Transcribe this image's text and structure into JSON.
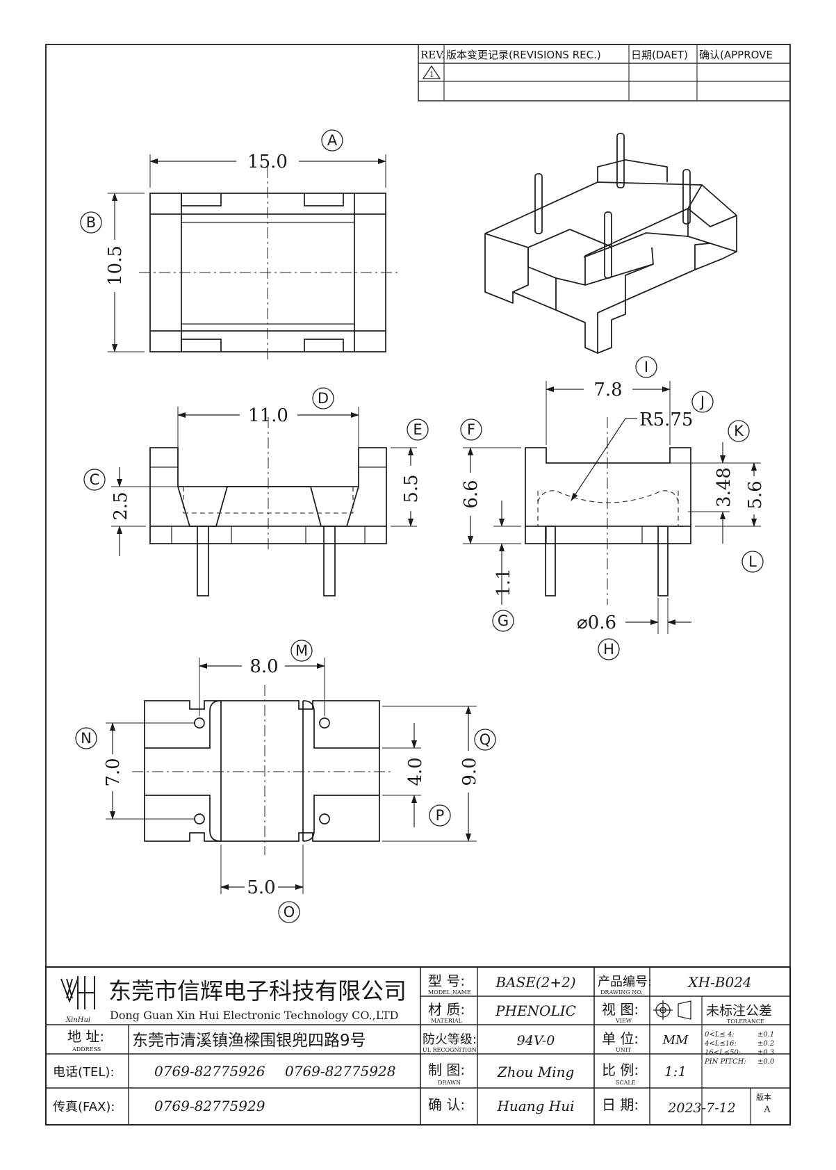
{
  "revision_table": {
    "headers": [
      "REV.",
      "版本变更记录(REVISIONS REC.)",
      "日期(DAET)",
      "确认(APPROVE"
    ],
    "row1_rev": "1"
  },
  "drawing": {
    "callouts": [
      "A",
      "B",
      "C",
      "D",
      "E",
      "F",
      "G",
      "H",
      "I",
      "J",
      "K",
      "L",
      "M",
      "N",
      "O",
      "P",
      "Q"
    ],
    "dims": {
      "A": "15.0",
      "B": "10.5",
      "C": "2.5",
      "D": "11.0",
      "E": "5.5",
      "F": "6.6",
      "G": "1.1",
      "H": "⌀0.6",
      "I": "7.8",
      "J": "R5.75",
      "K": "3.48",
      "L": "5.6",
      "M": "8.0",
      "N": "7.0",
      "O": "5.0",
      "P": "4.0",
      "Q": "9.0"
    }
  },
  "title_block": {
    "company_cn": "东莞市信辉电子科技有限公司",
    "company_en": "Dong Guan Xin Hui Electronic Technology CO.,LTD",
    "logo_text": "XinHui",
    "address_label": "地  址:",
    "address_label_en": "ADDRESS",
    "address_value": "东莞市清溪镇渔樑围银兜四路9号",
    "tel_label": "电话(TEL):",
    "tel_1": "0769-82775926",
    "tel_2": "0769-82775928",
    "fax_label": "传真(FAX):",
    "fax_value": "0769-82775929",
    "model_label": "型  号:",
    "model_label_en": "MODEL NAME",
    "model_value": "BASE(2+2)",
    "material_label": "材  质:",
    "material_label_en": "MATERIAL",
    "material_value": "PHENOLIC",
    "fire_label": "防火等级:",
    "fire_label_en": "UL RECOGNITION",
    "fire_value": "94V-0",
    "drawn_label": "制  图:",
    "drawn_label_en": "DRAWN",
    "drawn_value": "Zhou Ming",
    "approved_label": "确  认:",
    "approved_value": "Huang Hui",
    "drawing_no_label": "产品编号:",
    "drawing_no_label_en": "DRAWING NO.",
    "drawing_no_value": "XH-B024",
    "view_label": "视  图:",
    "view_label_en": "VIEW",
    "unit_label": "单  位:",
    "unit_label_en": "UNIT",
    "unit_value": "MM",
    "scale_label": "比  例:",
    "scale_label_en": "SCALE",
    "scale_value": "1:1",
    "date_label": "日  期:",
    "date_value": "2023-7-12",
    "tolerance_title": "未标注公差",
    "tolerance_title_en": "TOLERANCE",
    "tolerance_rows": [
      {
        "range": "0<L≤ 4:",
        "tol": "±0.1"
      },
      {
        "range": "4<L≤16:",
        "tol": "±0.2"
      },
      {
        "range": "16<L≤50:",
        "tol": "±0.3"
      },
      {
        "range": "PIN PITCH:",
        "tol": "±0.0"
      }
    ],
    "version_label": "版本",
    "version_value": "A"
  }
}
